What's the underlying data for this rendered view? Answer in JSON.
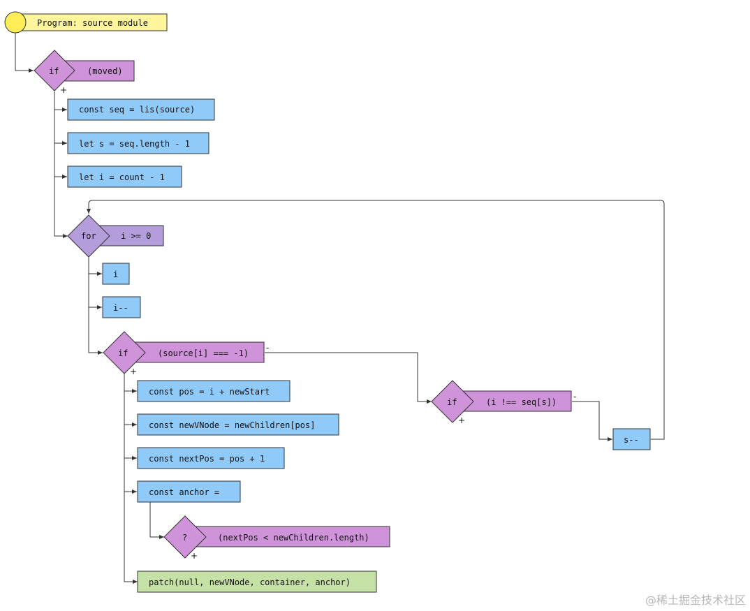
{
  "program": {
    "label": "Program: source module"
  },
  "if_moved": {
    "keyword": "if",
    "condition": "(moved)",
    "true_mark": "+"
  },
  "statements_top": [
    "const seq = lis(source)",
    "let s = seq.length - 1",
    "let i = count - 1"
  ],
  "for_loop": {
    "keyword": "for",
    "condition": "i >= 0"
  },
  "loop_body": [
    "i",
    "i--"
  ],
  "if_source": {
    "keyword": "if",
    "condition": "(source[i] === -1)",
    "true_mark": "+",
    "false_mark": "-"
  },
  "statements_true": [
    "const pos = i + newStart",
    "const newVNode = newChildren[pos]",
    "const nextPos = pos + 1",
    "const anchor ="
  ],
  "ternary": {
    "keyword": "?",
    "condition": "(nextPos < newChildren.length)",
    "true_mark": "+"
  },
  "patch_call": "patch(null, newVNode, container, anchor)",
  "if_seq": {
    "keyword": "if",
    "condition": "(i !== seq[s])",
    "true_mark": "+",
    "false_mark": "-"
  },
  "s_decrement": "s--",
  "watermark": "@稀土掘金技术社区",
  "colors": {
    "statement_fill": "#90caf9",
    "condition_fill": "#ce93d8",
    "loop_fill": "#b39ddb",
    "program_fill": "#fff59d",
    "start_circle": "#ffee58",
    "call_fill": "#c5e1a5",
    "stroke": "#333333"
  }
}
